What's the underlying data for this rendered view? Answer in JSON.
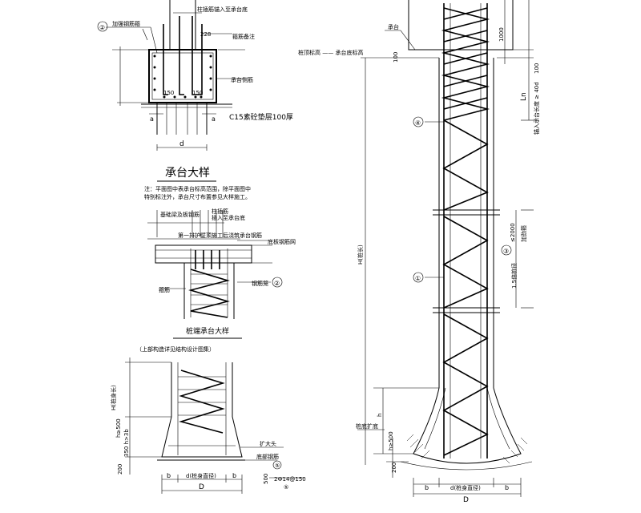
{
  "cap_detail": {
    "title": "承台大样",
    "note_line1": "注：平面图中表承台标高范围，除平面图中",
    "note_line2": "特别标注外，承台尺寸布置参见大样施工。",
    "label_steel_ring": "加强钢筋箍",
    "label_anchor": "柱插筋锚入至承台底",
    "label_228": "228",
    "label_ring": "箍筋备注",
    "label_side_bar": "承台侧筋",
    "circle_2": "②",
    "dim_150_left": "150",
    "dim_150_right": "150",
    "dim_a_left": "a",
    "dim_a_right": "a",
    "dim_d": "d",
    "label_c15": "C15素砼垫层100厚"
  },
  "pile_cap_detail": {
    "title": "桩端承台大样",
    "label_top1": "基础梁及板钢筋",
    "label_top2": "柱插筋",
    "label_top3": "插入至承台底",
    "label_mid": "第一排护壁顶施工后浇筑承台钢筋",
    "label_right": "底板钢筋网",
    "label_left": "箍筋",
    "label_rebar": "钢筋笼",
    "circle_2": "②"
  },
  "bell_detail": {
    "caption": "（上部构造详见结构设计图集）",
    "dim_H": "H(桩身长)",
    "dim_h1": "h≥500",
    "dim_h2": "350 h>3b",
    "dim_200": "200",
    "label_pile_dia": "d(桩身直径)",
    "dim_b_left": "b",
    "dim_b_right": "b",
    "dim_D": "D",
    "label_rebar": "扩大头",
    "label_bottom": "底部钢筋",
    "circle_5": "⑤",
    "dim_500": "500",
    "label_spiral": "2Ф14@150",
    "circle_5b": "⑤"
  },
  "main_pile": {
    "label_cap": "承台",
    "label_top_elev": "桩顶标高 —— 承台底标高",
    "dim_100": "100",
    "dim_1000": "1000",
    "dim_100b": "100",
    "dim_Ln": "Ln",
    "label_Ln_note": "锚入承台长度 ≥ 40d",
    "circle_4": "④",
    "label_2000": "≤2000",
    "label_ring_note": "加劲箍",
    "circle_3": "③",
    "label_ring2": "1.5倍桩径",
    "circle_1": "①",
    "dim_H": "H(桩长)",
    "dim_h": "h",
    "label_base": "桩底扩底",
    "dim_h500": "h≥500",
    "dim_200": "200",
    "dim_b_left": "b",
    "dim_d": "d(桩身直径)",
    "dim_b_right": "b",
    "dim_D": "D"
  }
}
